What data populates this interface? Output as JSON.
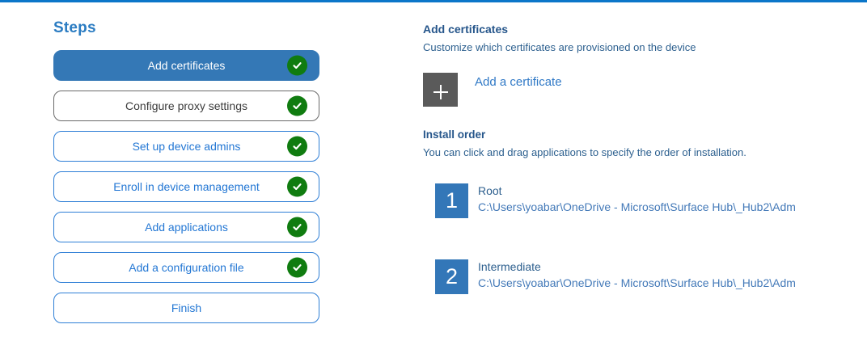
{
  "colors": {
    "topbar_blue": "#0b76c9",
    "active_step_blue": "#3478b6",
    "step_border_blue": "#2f7fd6",
    "step_text_blue": "#2377d4",
    "visited_border_gray": "#6a6a6a",
    "check_green": "#107c10",
    "heading_navy": "#26568b",
    "body_navy": "#2d608f",
    "path_blue": "#4379b8",
    "plus_box_gray": "#5a5a5a",
    "number_box_blue": "#3377b8"
  },
  "sidebar": {
    "title": "Steps",
    "steps": [
      {
        "label": "Add certificates",
        "state": "active",
        "checked": true
      },
      {
        "label": "Configure proxy settings",
        "state": "visited",
        "checked": true
      },
      {
        "label": "Set up device admins",
        "state": "normal",
        "checked": true
      },
      {
        "label": "Enroll in device management",
        "state": "normal",
        "checked": true
      },
      {
        "label": "Add applications",
        "state": "normal",
        "checked": true
      },
      {
        "label": "Add a configuration file",
        "state": "normal",
        "checked": true
      },
      {
        "label": "Finish",
        "state": "normal",
        "checked": false
      }
    ]
  },
  "main": {
    "title": "Add certificates",
    "subtitle": "Customize which certificates are provisioned on the device",
    "add_button": {
      "label": "Add a certificate",
      "icon": "plus-icon"
    },
    "install_order": {
      "title": "Install order",
      "description": "You can click and drag applications to specify the order of installation.",
      "items": [
        {
          "order": "1",
          "name": "Root",
          "path": "C:\\Users\\yoabar\\OneDrive - Microsoft\\Surface Hub\\_Hub2\\Adm"
        },
        {
          "order": "2",
          "name": "Intermediate",
          "path": "C:\\Users\\yoabar\\OneDrive - Microsoft\\Surface Hub\\_Hub2\\Adm"
        }
      ]
    }
  }
}
